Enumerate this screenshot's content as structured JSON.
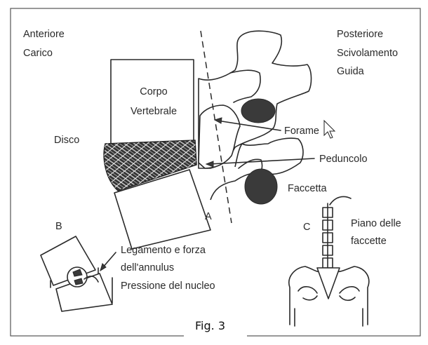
{
  "figure": {
    "caption": "Fig. 3",
    "panel_a": {
      "letter": "A",
      "anterior": "Anteriore",
      "anterior_sub": "Carico",
      "posterior": "Posteriore",
      "posterior_sub1": "Scivolamento",
      "posterior_sub2": "Guida",
      "body_line1": "Corpo",
      "body_line2": "Vertebrale",
      "disc": "Disco",
      "foramen": "Forame",
      "pedicle": "Peduncolo",
      "facet": "Faccetta"
    },
    "panel_b": {
      "letter": "B",
      "label1": "Legamento e forza",
      "label2": "dell'annulus",
      "label3": "Pressione del nucleo"
    },
    "panel_c": {
      "letter": "C",
      "label1": "Piano delle",
      "label2": "faccette"
    }
  },
  "cursor": {
    "icon": "arrow-pointer-icon"
  }
}
